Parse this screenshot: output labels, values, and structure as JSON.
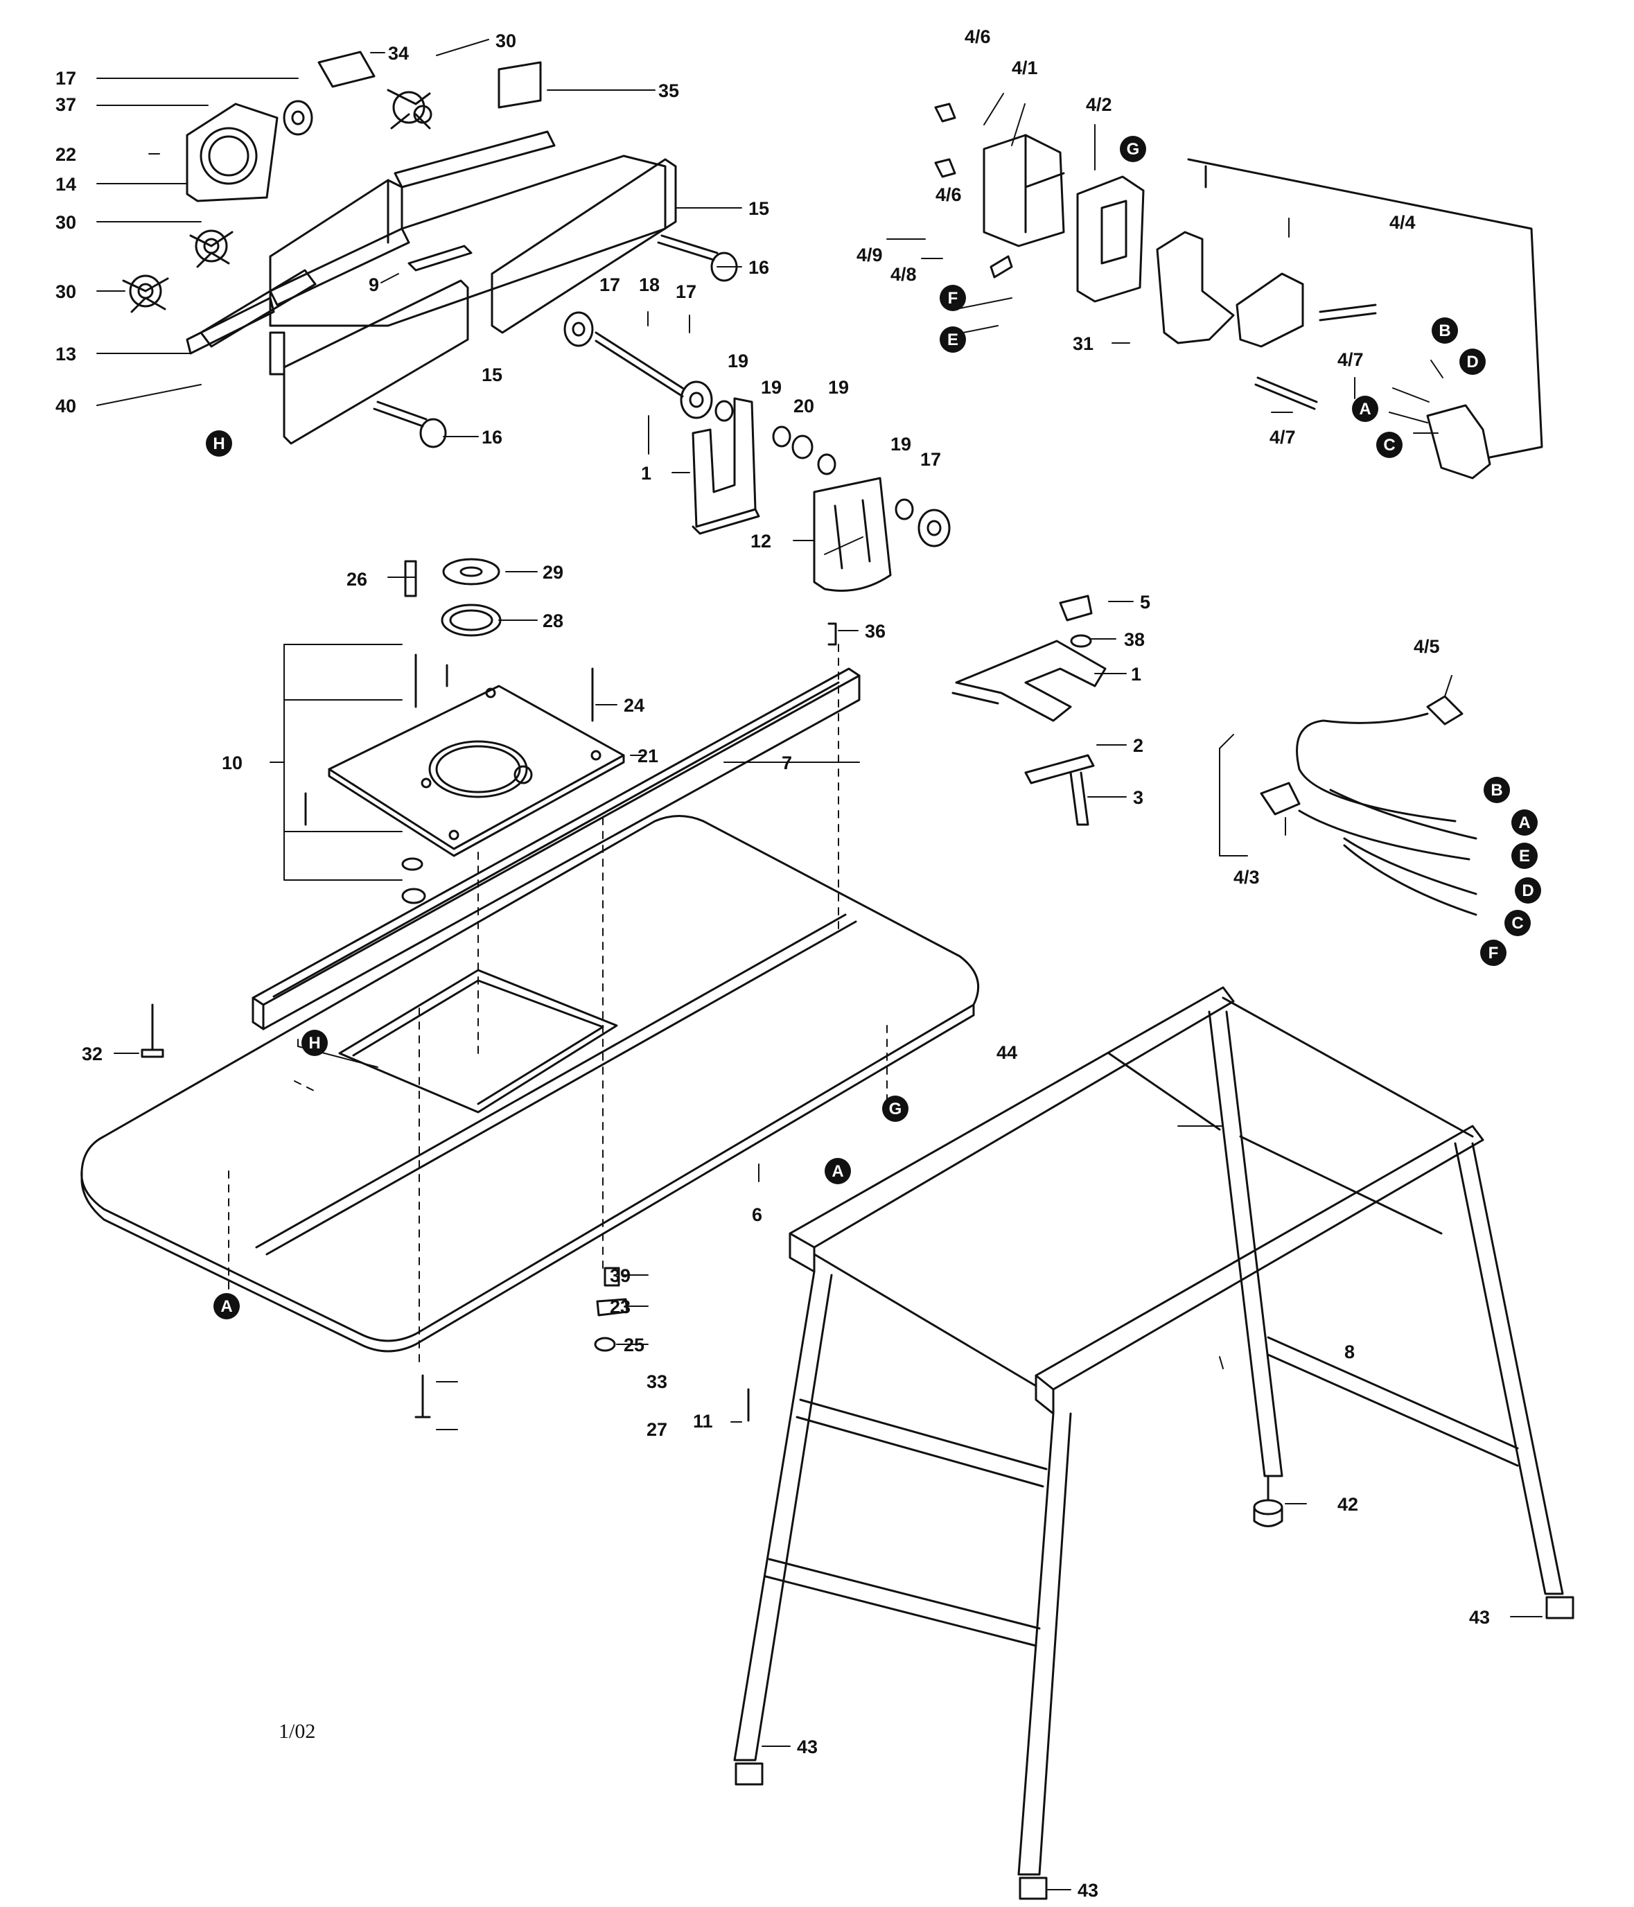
{
  "diagram": {
    "date_code": "1/02",
    "part_labels": [
      "17",
      "37",
      "22",
      "14",
      "30",
      "30",
      "13",
      "40",
      "34",
      "30",
      "35",
      "9",
      "15",
      "16",
      "17",
      "18",
      "17",
      "19",
      "19",
      "20",
      "19",
      "15",
      "16",
      "1",
      "19",
      "17",
      "12",
      "26",
      "29",
      "28",
      "36",
      "24",
      "21",
      "10",
      "7",
      "5",
      "38",
      "1",
      "2",
      "3",
      "32",
      "6",
      "39",
      "23",
      "25",
      "33",
      "27",
      "11",
      "44",
      "8",
      "42",
      "43",
      "43",
      "43",
      "4/6",
      "4/1",
      "4/2",
      "4/6",
      "4/9",
      "4/8",
      "31",
      "4/4",
      "4/7",
      "4/7",
      "4/5",
      "4/3"
    ],
    "connector_markers": [
      "H",
      "G",
      "F",
      "E",
      "B",
      "D",
      "A",
      "C",
      "B",
      "A",
      "E",
      "D",
      "C",
      "F",
      "H",
      "G",
      "A",
      "A"
    ]
  }
}
